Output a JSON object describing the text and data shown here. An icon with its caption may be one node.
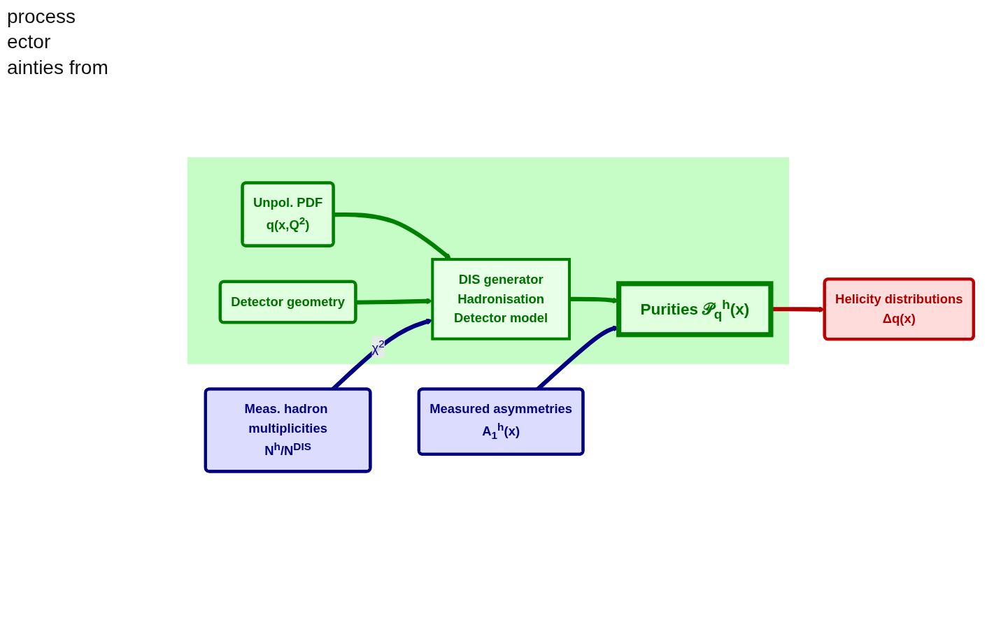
{
  "diagram": {
    "nodes": [
      {
        "text": [],
        "shape": "box"
      },
      {
        "text": [
          "Unpol. PDF",
          "q(x,Q$^{2}$)"
        ],
        "in": 0
      },
      {
        "text": [
          "Detector geometry"
        ],
        "in": 0
      },
      {
        "text": [
          "DIS generator",
          "Hadronisation",
          "Detector model"
        ],
        "in": 0
      },
      {
        "text": [
          "Purities 𝒫$_{q}$$^{h}$(x)"
        ],
        "in": 0
      },
      {
        "text": [
          "Meas. hadron multiplicities",
          "N$^{h}$/N$^{DIS}$"
        ]
      },
      {
        "text": [
          "Measured asymmetries",
          "A$_{1}$$^{h}$(x)"
        ]
      },
      {
        "text": [
          "Helicity distributions",
          "Δq(x)"
        ]
      }
    ],
    "edges": [
      {
        "from": 1,
        "to": 3,
        "arrow": "to"
      },
      {
        "from": 2,
        "to": 3,
        "arrow": "to"
      },
      {
        "from": 3,
        "to": 4,
        "arrow": "to"
      },
      {
        "from": 5,
        "to": 3,
        "arrow": "to",
        "label": "χ$^{2}$",
        "color": "#000080"
      },
      {
        "from": 6,
        "to": 4,
        "arrow": "to",
        "color": "#000080"
      },
      {
        "from": 4,
        "to": 7,
        "arrow": "to",
        "color": "#b00000"
      }
    ],
    "labels": [
      "process",
      "ector",
      "ainties from"
    ]
  }
}
